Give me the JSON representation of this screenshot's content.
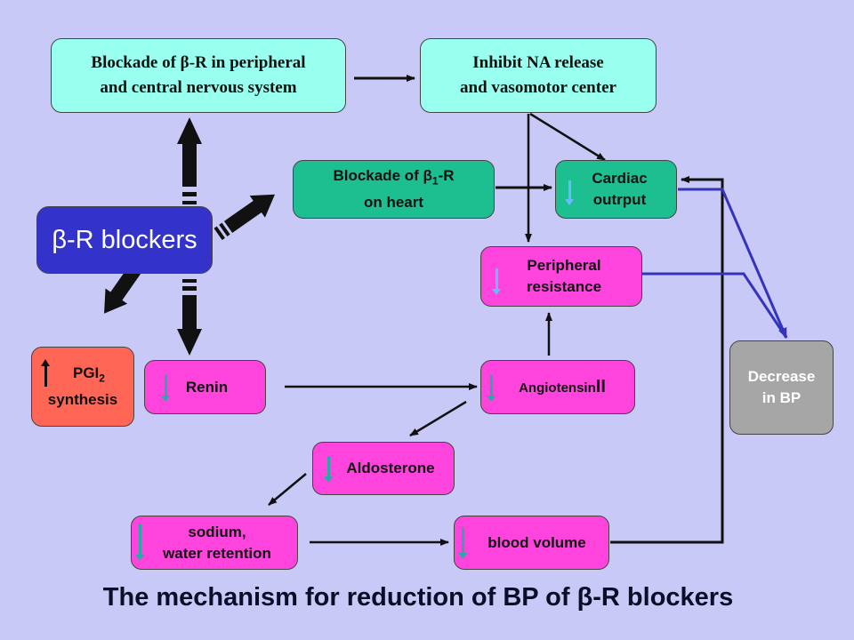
{
  "nodes": {
    "blockade_cns": {
      "line1": "Blockade  of β-R in  peripheral",
      "line2": "and central nervous system"
    },
    "inhibit_na": {
      "line1": "Inhibit NA release",
      "line2": "and vasomotor center"
    },
    "blockade_heart": {
      "line1_pre": "Blockade of β",
      "line1_sub": "1",
      "line1_post": "-R",
      "line2": "on heart"
    },
    "cardiac": {
      "line1": "Cardiac",
      "line2": "outrput"
    },
    "beta_blockers": {
      "label": "β-R blockers"
    },
    "peripheral": {
      "line1": "Peripheral",
      "line2": "resistance"
    },
    "pgi2": {
      "line1_pre": "PGI",
      "line1_sub": "2",
      "line2": "synthesis"
    },
    "renin": {
      "label": "Renin"
    },
    "angiotensin": {
      "label_pre": "Angiotensin",
      "label_big": "II"
    },
    "decrease_bp": {
      "line1": "Decrease",
      "line2": "in BP"
    },
    "aldosterone": {
      "label": "Aldosterone"
    },
    "sodium": {
      "line1": "sodium,",
      "line2": "water retention"
    },
    "blood_volume": {
      "label": "blood volume"
    }
  },
  "caption": "The mechanism for reduction of BP of β-R blockers",
  "colors": {
    "background": "#c9c9f7",
    "cyan_box": "#99ffee",
    "teal_box": "#1dbf91",
    "pink_box": "#ff44dd",
    "red_box": "#ff6655",
    "gray_box": "#a6a6a6",
    "blue_box": "#3333cc",
    "connector_blue": "#3333bb"
  }
}
